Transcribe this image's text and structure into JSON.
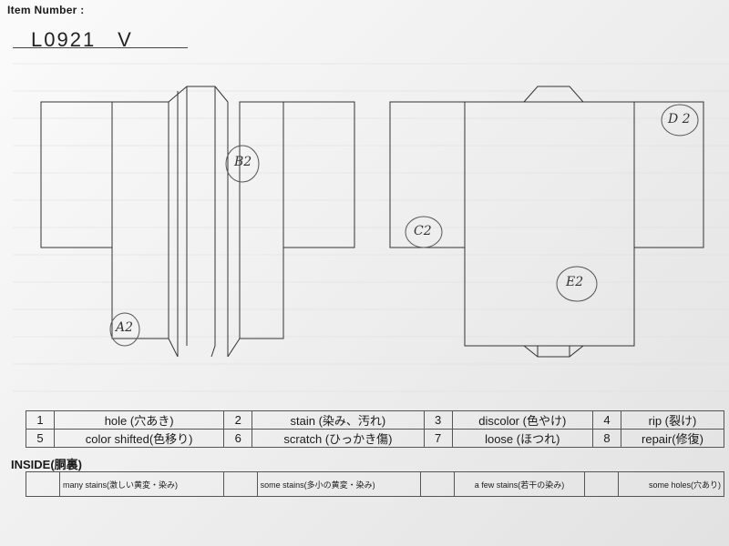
{
  "header": {
    "label": "Item Number :",
    "item_number": "L0921　V"
  },
  "annotations": {
    "front_right_mark": "B2",
    "front_left_mark": "A2",
    "back_left_mark": "C2",
    "back_center_mark": "E2",
    "back_right_mark": "D 2"
  },
  "legend": [
    {
      "num": "1",
      "label": "hole (穴あき)"
    },
    {
      "num": "2",
      "label": "stain (染み、汚れ)"
    },
    {
      "num": "3",
      "label": "discolor (色やけ)"
    },
    {
      "num": "4",
      "label": "rip (裂け)"
    },
    {
      "num": "5",
      "label": "color shifted(色移り)"
    },
    {
      "num": "6",
      "label": "scratch (ひっかき傷)"
    },
    {
      "num": "7",
      "label": "loose (ほつれ)"
    },
    {
      "num": "8",
      "label": "repair(修復)"
    }
  ],
  "inside": {
    "title": "INSIDE(胴裏)",
    "items": [
      "many stains(激しい黄変・染み)",
      "some stains(多小の黄変・染み)",
      "a few stains(若干の染み)",
      "some holes(穴あり)"
    ]
  }
}
